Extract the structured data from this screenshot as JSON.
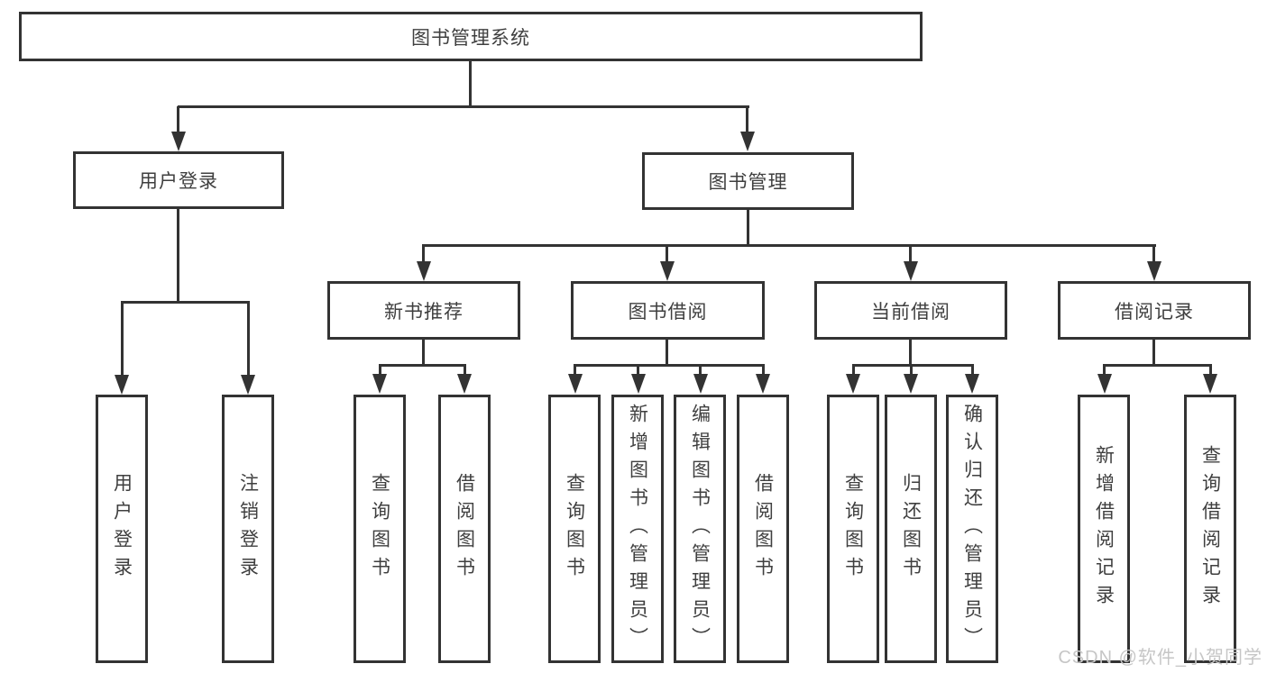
{
  "diagram": {
    "title": "图书管理系统",
    "root": {
      "label": "图书管理系统"
    },
    "branches": [
      {
        "label": "用户登录",
        "children": [
          "用户登录",
          "注销登录"
        ]
      },
      {
        "label": "图书管理",
        "children": [
          {
            "label": "新书推荐",
            "children": [
              "查询图书",
              "借阅图书"
            ]
          },
          {
            "label": "图书借阅",
            "children": [
              "查询图书",
              "新增图书（管理员）",
              "编辑图书（管理员）",
              "借阅图书"
            ]
          },
          {
            "label": "当前借阅",
            "children": [
              "查询图书",
              "归还图书",
              "确认归还（管理员）"
            ]
          },
          {
            "label": "借阅记录",
            "children": [
              "新增借阅记录",
              "查询借阅记录"
            ]
          }
        ]
      }
    ]
  },
  "watermark": {
    "text": "CSDN @软件_小贺同学"
  },
  "colors": {
    "line": "#333333",
    "text": "#3f3f3f",
    "watermark": "#c6c6c6",
    "background": "#ffffff"
  }
}
